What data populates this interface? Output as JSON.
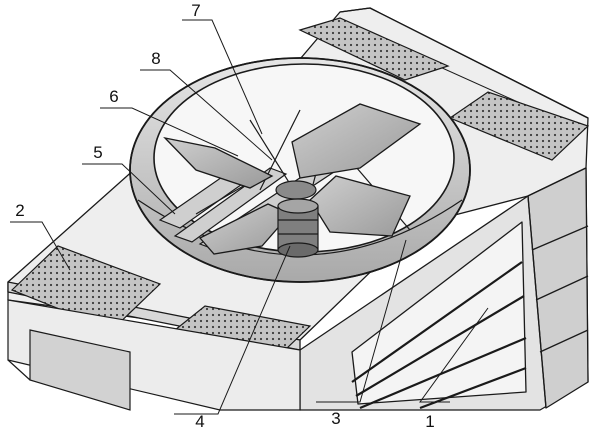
{
  "figure": {
    "callouts": [
      {
        "id": "c1",
        "label": "1"
      },
      {
        "id": "c2",
        "label": "2"
      },
      {
        "id": "c3",
        "label": "3"
      },
      {
        "id": "c4",
        "label": "4"
      },
      {
        "id": "c5",
        "label": "5"
      },
      {
        "id": "c6",
        "label": "6"
      },
      {
        "id": "c7",
        "label": "7"
      },
      {
        "id": "c8",
        "label": "8"
      }
    ]
  },
  "colors": {
    "line": "#1a1a1a",
    "panel_light": "#f1f1f1",
    "panel_mid": "#dcdcdc",
    "panel_dark": "#b4b4b4",
    "perforated": "#c9c9c9"
  }
}
